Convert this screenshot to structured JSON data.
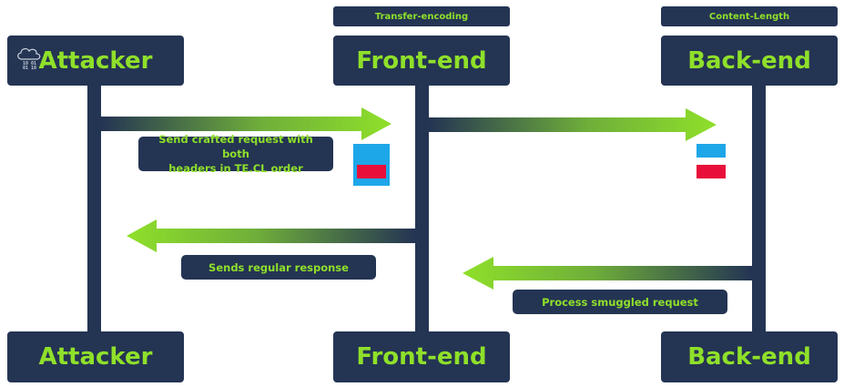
{
  "colors": {
    "navy": "#243453",
    "green": "#8fe02a",
    "blue": "#1ea7e8",
    "red": "#e8103a"
  },
  "headers": {
    "frontend": "Transfer-encoding",
    "backend": "Content-Length"
  },
  "top_nodes": {
    "attacker": "Attacker",
    "frontend": "Front-end",
    "backend": "Back-end"
  },
  "bottom_nodes": {
    "attacker": "Attacker",
    "frontend": "Front-end",
    "backend": "Back-end"
  },
  "messages": {
    "m1": "Send crafted request with both\nheaders in TE.CL order",
    "m2": "Sends regular response",
    "m3": "Process smuggled request"
  },
  "icons": {
    "attacker": "cloud-binary-icon"
  }
}
